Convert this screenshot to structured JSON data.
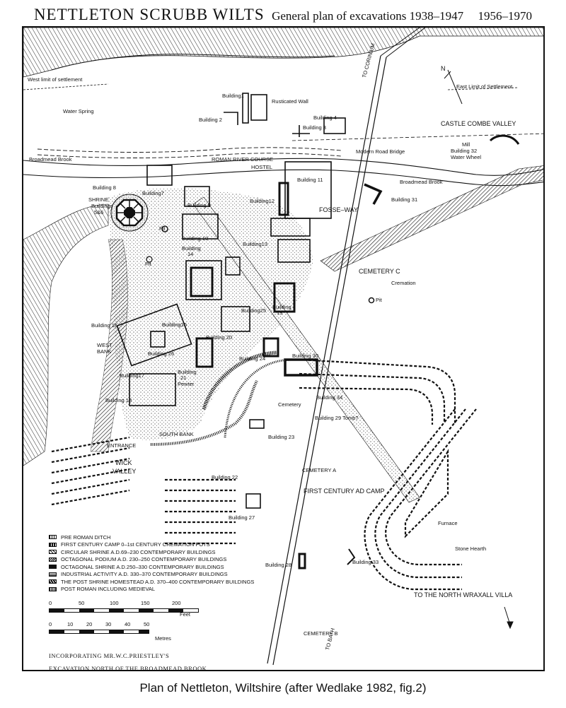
{
  "title": {
    "main": "NETTLETON SCRUBB WILTS",
    "subtitle": "General plan of excavations 1938–1947",
    "years": "1956–1970"
  },
  "caption": "Plan of Nettleton, Wiltshire (after Wedlake 1982, fig.2)",
  "north_marker": "N",
  "labels": {
    "west_limit": "West limit of settlement",
    "east_limit": "East Limit of Settlement",
    "water_spring": "Water Spring",
    "building1": "Building1",
    "building2": "Building 2",
    "rusticated_wall": "Rusticated Wall",
    "building3": "Building 3",
    "building4": "Building 4",
    "to_corinium": "TO CORINIUM",
    "castle_combe": "CASTLE COMBE VALLEY",
    "mill": "Mill",
    "building32": "Building 32",
    "water_wheel": "Water Wheel",
    "broadmead_brook_w": "Broadmead Brook",
    "roman_river": "ROMAN RIVER COURSE",
    "modern_bridge": "Modern Road Bridge",
    "hostel": "HOSTEL",
    "building11": "Building 11",
    "broadmead_brook_e": "Broadmead Brook",
    "building8": "Building 8",
    "building7": "Building7",
    "shrine": "SHRINE",
    "shrine_buildings": "Buildings",
    "shrine_nums": "5&6",
    "building9": "Building 9",
    "building12": "Building12",
    "fosse_way": "FOSSE–WAY",
    "building31": "Building 31",
    "pit1": "Pit",
    "building10": "Building 10",
    "building14a": "Building",
    "building14b": "14",
    "pit2": "Pit",
    "building13": "Building13",
    "cemetery_c": "CEMETERY C",
    "cremation": "Cremation",
    "pit3": "Pit",
    "building25": "Building25",
    "building19a": "Building",
    "building19b": "19",
    "building16": "Building 16",
    "building15": "Building15",
    "west_bank_a": "WEST",
    "west_bank_b": "BANK",
    "building20": "Building 20",
    "building26": "Building 26",
    "building21a": "Building",
    "building21b": "21",
    "pewter": "Pewter",
    "building24": "Building 24",
    "building30": "Building 30",
    "building17": "Building17",
    "building18": "Building 18",
    "building34": "Building 34",
    "cemetery": "Cemetery",
    "building29": "Building 29 Tomb?",
    "south_bank": "SOUTH BANK",
    "entrance": "ENTRANCE",
    "building23": "Building 23",
    "wick_valley_a": "WICK",
    "wick_valley_b": "VALLEY",
    "cemetery_a": "CEMETERY A",
    "building22": "Building 22",
    "first_century_camp": "FIRST CENTURY AD CAMP",
    "building27": "Building 27",
    "furnace": "Furnace",
    "stone_hearth": "Stone Hearth",
    "building28": "Building 28",
    "building33": "Building 33",
    "north_wraxall": "TO THE NORTH WRAXALL VILLA",
    "cemetery_b": "CEMETERY B",
    "to_bath": "TO BATH"
  },
  "legend": [
    "PRE ROMAN DITCH",
    "FIRST CENTURY CAMP 0–1st CENTURY CREMATION POTS",
    "CIRCULAR SHRINE A.D.69–230 CONTEMPORARY BUILDINGS",
    "OCTAGONAL PODIUM A.D. 230–250 CONTEMPORARY BUILDINGS",
    "OCTAGONAL SHRINE A.D.250–330 CONTEMPORARY BUILDINGS",
    "INDUSTRIAL ACTIVITY A.D. 330–370 CONTEMPORARY BUILDINGS",
    "THE POST SHRINE HOMESTEAD A.D. 370–400 CONTEMPORARY BUILDINGS",
    "POST ROMAN INCLUDING MEDIEVAL"
  ],
  "scale_feet": {
    "ticks": [
      "0",
      "50",
      "100",
      "150",
      "200"
    ],
    "unit": "Feet"
  },
  "scale_metres": {
    "ticks": [
      "0",
      "10",
      "20",
      "30",
      "40",
      "50"
    ],
    "unit": "Metres"
  },
  "credits": {
    "line1": "INCORPORATING MR.W.C.PRIESTLEY'S",
    "line2": "EXCAVATION NORTH OF THE BROADMEAD BROOK"
  }
}
